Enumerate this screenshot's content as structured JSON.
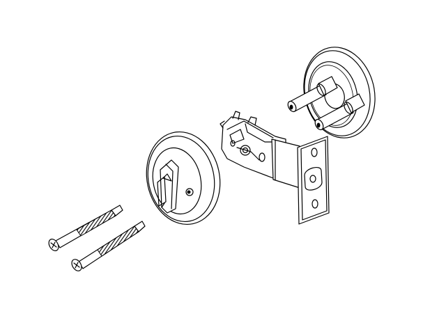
{
  "diagram": {
    "style": "exploded line drawing",
    "colors": {
      "line": "#000000",
      "background": "#ffffff"
    },
    "parts": [
      {
        "id": "exterior-rose-with-posts",
        "icon": "round-plate-icon"
      },
      {
        "id": "latch-bolt-assembly",
        "icon": "latch-icon"
      },
      {
        "id": "thumbturn-rose",
        "icon": "thumbturn-icon"
      },
      {
        "id": "mounting-screw-1",
        "icon": "screw-icon"
      },
      {
        "id": "mounting-screw-2",
        "icon": "screw-icon"
      }
    ]
  }
}
